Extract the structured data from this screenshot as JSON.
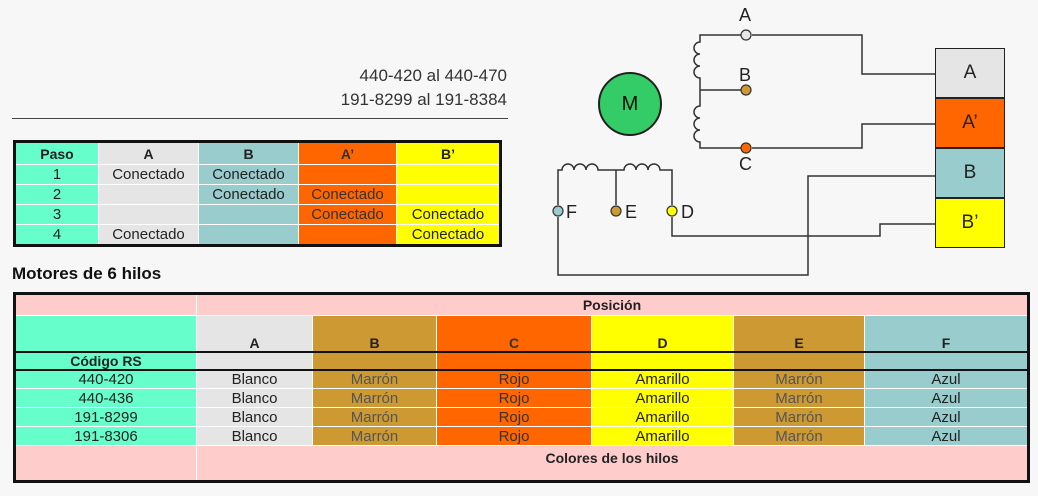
{
  "part_numbers": {
    "line1": "440-420 al 440-470",
    "line2": "191-8299 al 191-8384"
  },
  "step_table": {
    "headers": [
      "Paso",
      "A",
      "B",
      "A’",
      "B’"
    ],
    "rows": [
      [
        "1",
        "Conectado",
        "Conectado",
        "",
        ""
      ],
      [
        "2",
        "",
        "Conectado",
        "Conectado",
        ""
      ],
      [
        "3",
        "",
        "",
        "Conectado",
        "Conectado"
      ],
      [
        "4",
        "Conectado",
        "",
        "",
        "Conectado"
      ]
    ]
  },
  "wire_section_title": "Motores de 6 hilos",
  "wire_table": {
    "position_header": "Posición",
    "code_header": "Código RS",
    "columns": [
      "A",
      "B",
      "C",
      "D",
      "E",
      "F"
    ],
    "rows": [
      {
        "code": "440-420",
        "colors": [
          "Blanco",
          "Marrón",
          "Rojo",
          "Amarillo",
          "Marrón",
          "Azul"
        ]
      },
      {
        "code": "440-436",
        "colors": [
          "Blanco",
          "Marrón",
          "Rojo",
          "Amarillo",
          "Marrón",
          "Azul"
        ]
      },
      {
        "code": "191-8299",
        "colors": [
          "Blanco",
          "Marrón",
          "Rojo",
          "Amarillo",
          "Marrón",
          "Azul"
        ]
      },
      {
        "code": "191-8306",
        "colors": [
          "Blanco",
          "Marrón",
          "Rojo",
          "Amarillo",
          "Marrón",
          "Azul"
        ]
      }
    ],
    "footer": "Colores de los hilos"
  },
  "diagram": {
    "motor_label": "M",
    "terminals": [
      "A",
      "B",
      "C",
      "D",
      "E",
      "F"
    ],
    "phases": [
      "A",
      "A’",
      "B",
      "B’"
    ]
  },
  "colors": {
    "paso": "#66ffcc",
    "a": "#e5e5e5",
    "b": "#99cccc",
    "a_prime": "#ff6600",
    "b_prime": "#ffff00",
    "brown": "#cc9933",
    "pink": "#ffcccc",
    "motor": "#33cc66"
  }
}
